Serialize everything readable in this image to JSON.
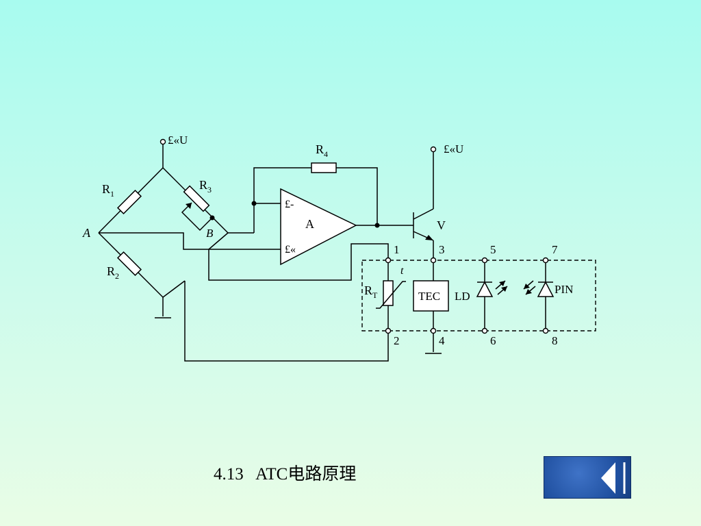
{
  "diagram": {
    "supply_top": "£«U",
    "supply_right": "£«U",
    "r1": "R",
    "r1_sub": "1",
    "r2": "R",
    "r2_sub": "2",
    "r3": "R",
    "r3_sub": "3",
    "r4": "R",
    "r4_sub": "4",
    "node_a": "A",
    "node_b": "B",
    "amp": "A",
    "amp_inv": "£-",
    "amp_noninv": "£«",
    "transistor": "V",
    "rt": "R",
    "rt_sub": "T",
    "rt_temp": "t",
    "tec": "TEC",
    "ld": "LD",
    "pin": "PIN",
    "pins": [
      "1",
      "2",
      "3",
      "4",
      "5",
      "6",
      "7",
      "8"
    ]
  },
  "caption": "4.13   ATC电路原理",
  "nav": {
    "back_icon": "back-arrow-icon",
    "colors": {
      "button": "#1f4f9f",
      "arrow": "#ffffff"
    }
  }
}
